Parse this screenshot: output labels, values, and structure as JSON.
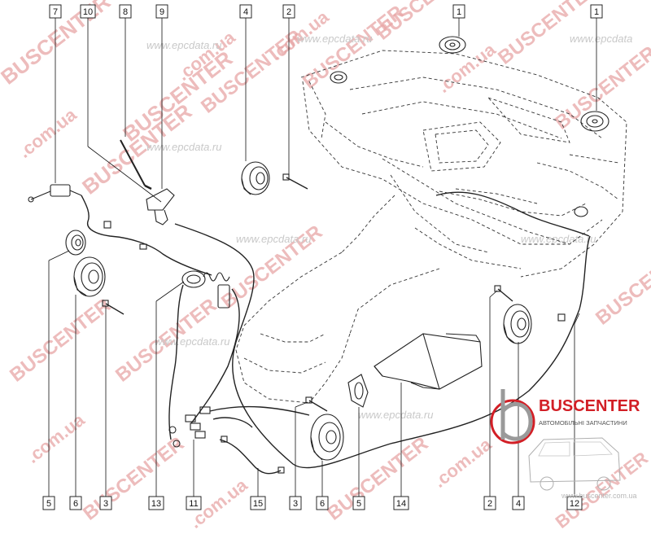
{
  "watermarks": {
    "brand_red": "BUSCENTER",
    "domain_ua": ".com.ua",
    "epc_text": "www.epcdata.ru",
    "epc_short": "www.epcdata"
  },
  "logo": {
    "name": "BUSCENTER",
    "tagline": "АВТОМОБІЛЬНІ ЗАПЧАСТИНИ",
    "letter": "b",
    "url": "www.buscenter.com.ua",
    "colors": {
      "red": "#d21f26",
      "grey": "#8c8c8c"
    }
  },
  "callouts": {
    "top": [
      "7",
      "10",
      "8",
      "9",
      "4",
      "2",
      "1",
      "1"
    ],
    "bottom": [
      "5",
      "6",
      "3",
      "13",
      "11",
      "15",
      "3",
      "6",
      "5",
      "14",
      "2",
      "4",
      "12"
    ]
  },
  "colors": {
    "line": "#222222",
    "watermark": "#e8a6a6",
    "background": "#ffffff"
  }
}
